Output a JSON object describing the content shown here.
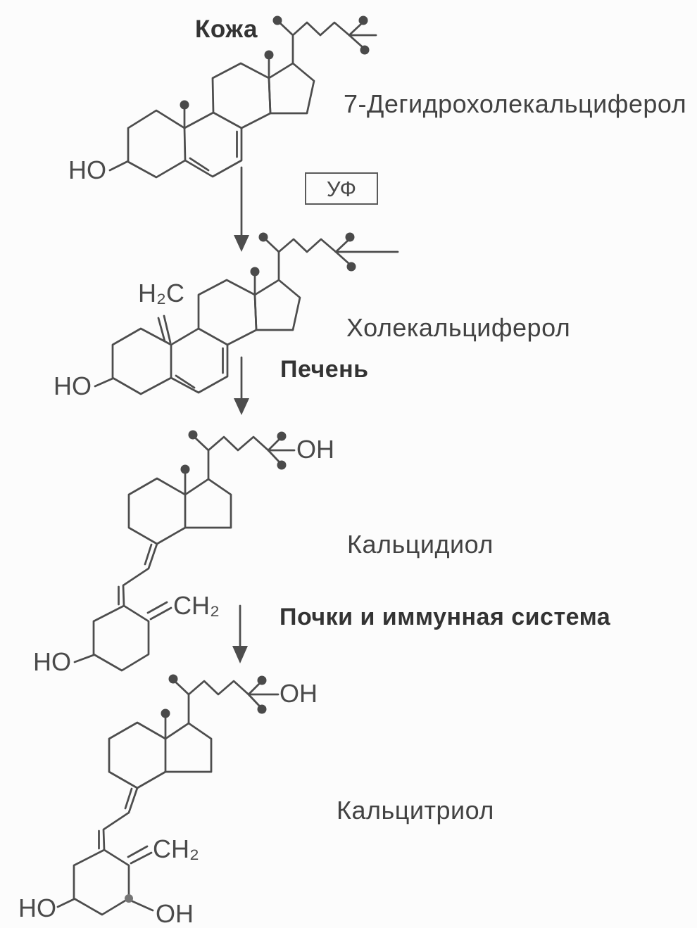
{
  "diagram_title_context": "vitamin D synthesis pathway",
  "stages": {
    "skin": "Кожа",
    "uv": "УФ",
    "liver": "Печень",
    "kidneys": "Почки и иммунная система"
  },
  "molecules": [
    {
      "name": "7-Дегидрохолекальциферол"
    },
    {
      "name": "Холекальциферол"
    },
    {
      "name": "Кальцидиол"
    },
    {
      "name": "Кальцитриол"
    }
  ],
  "groups": {
    "ho": "HO",
    "oh": "OH",
    "h2c": "H₂C",
    "ch2": "CH₂"
  },
  "colors": {
    "background": "#fcfcfc",
    "line": "#4d4d4d",
    "text": "#424242",
    "bold_text": "#333333",
    "box_border": "#5a5a5a",
    "methyl_dot": "#4a4a4a",
    "hydroxyl_carbon_dot": "#757575"
  }
}
